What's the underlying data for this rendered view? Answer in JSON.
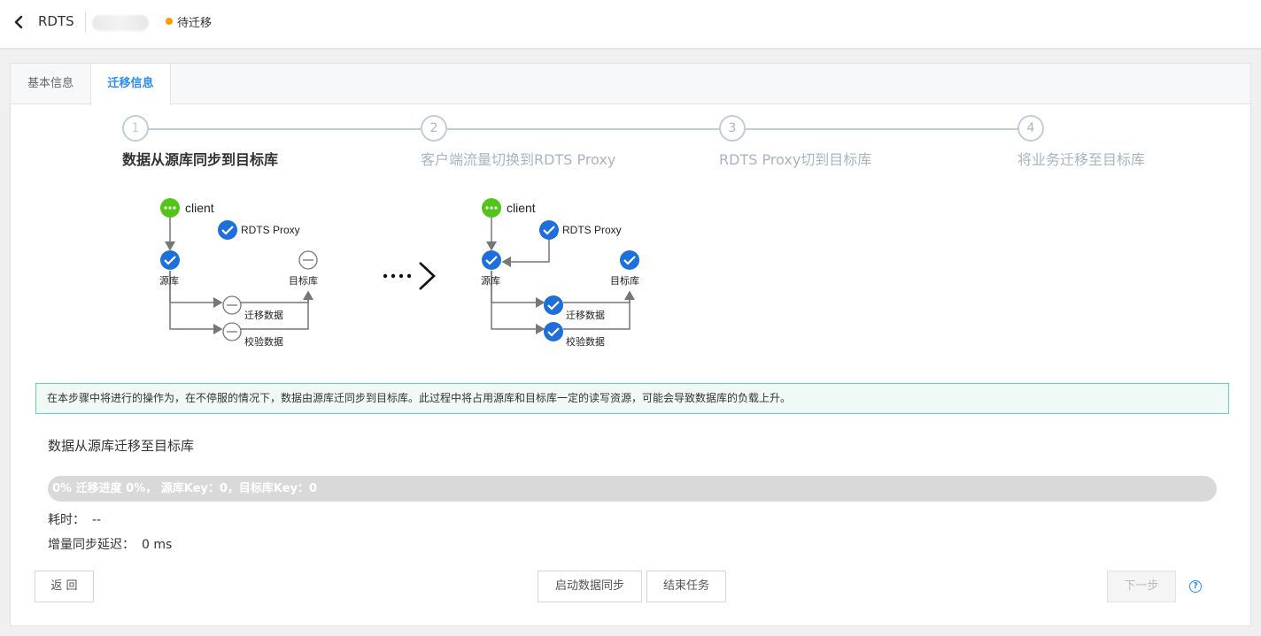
{
  "header": {
    "title": "RDTS",
    "status_text": "待迁移",
    "status_color": "#ff9900",
    "back_icon": "chevron-left-icon"
  },
  "tabs": [
    {
      "label": "基本信息",
      "active": false
    },
    {
      "label": "迁移信息",
      "active": true
    }
  ],
  "steps": [
    {
      "number": "1",
      "title": "数据从源库同步到目标库",
      "active": true
    },
    {
      "number": "2",
      "title": "客户端流量切换到RDTS Proxy",
      "active": false
    },
    {
      "number": "3",
      "title": "RDTS Proxy切到目标库",
      "active": false
    },
    {
      "number": "4",
      "title": "将业务迁移至目标库",
      "active": false
    }
  ],
  "diagram": {
    "client_label": "client",
    "proxy_label": "RDTS Proxy",
    "source_label": "源库",
    "target_label": "目标库",
    "migrate_label": "迁移数据",
    "verify_label": "校验数据",
    "arrow_icon": "dotted-arrow-right-icon"
  },
  "info_text": "在本步骤中将进行的操作为，在不停服的情况下，数据由源库迁同步到目标库。此过程中将占用源库和目标库一定的读写资源，可能会导致数据库的负载上升。",
  "section_title": "数据从源库迁移至目标库",
  "progress": {
    "percent": 0,
    "text": "0%   迁移进度 0%， 源库Key：0，目标库Key：0"
  },
  "stats": {
    "elapsed_label": "耗时：",
    "elapsed_value": "--",
    "delay_label": "增量同步延迟：",
    "delay_value": "0 ms"
  },
  "buttons": {
    "back": "返 回",
    "start_sync": "启动数据同步",
    "end_task": "结束任务",
    "next": "下一步"
  },
  "colors": {
    "accent": "#2d8cf0",
    "check_blue": "#1e6fd9",
    "client_green": "#52c41a"
  }
}
